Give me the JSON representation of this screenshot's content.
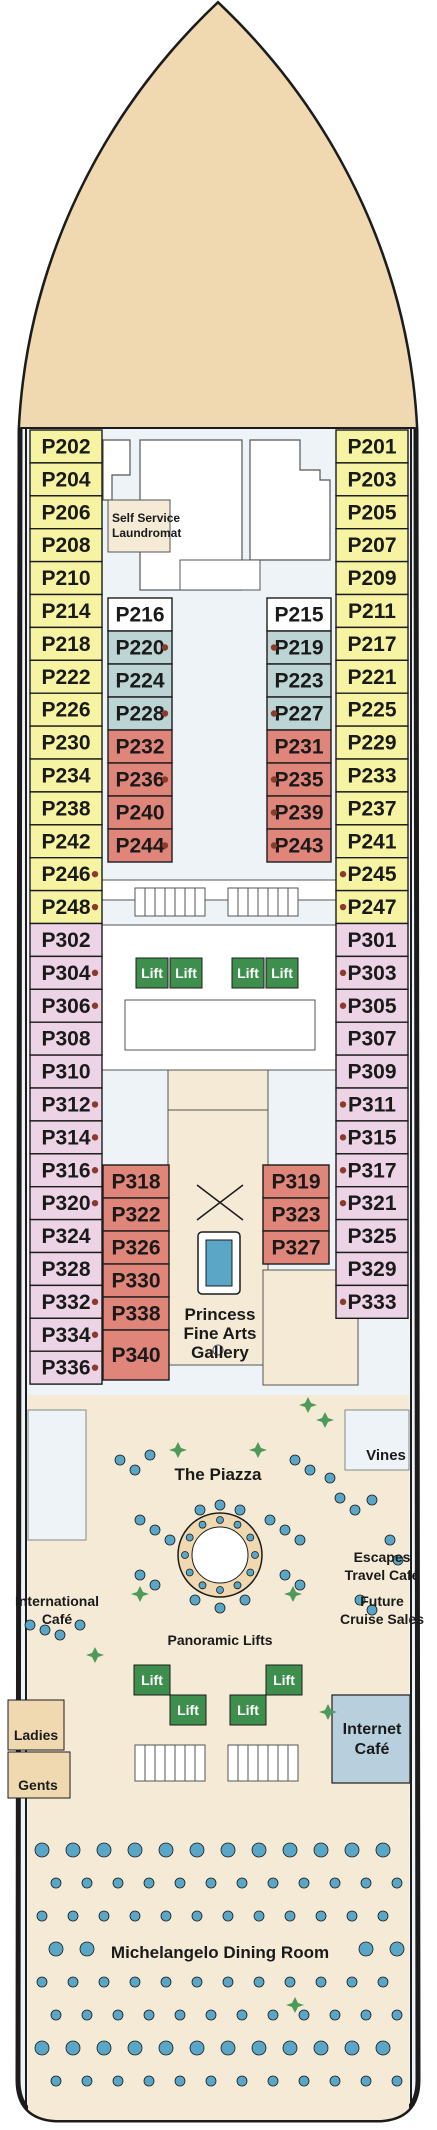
{
  "colors": {
    "bow": "#f0d9b0",
    "hull": "#1c1c1c",
    "corridor": "#eef3f8",
    "yellow": "#f6f3a2",
    "teal": "#bcd4d3",
    "red": "#e0857a",
    "pink": "#ecd3e6",
    "white": "#ffffff",
    "lift": "#3e8f4e",
    "public": "#f4ead6",
    "furniture": "#5aa6c6",
    "plant": "#4e9a5a",
    "dot": "#8a3b2c"
  },
  "cabins": {
    "left_outer": [
      {
        "label": "P202",
        "c": "yellow"
      },
      {
        "label": "P204",
        "c": "yellow"
      },
      {
        "label": "P206",
        "c": "yellow"
      },
      {
        "label": "P208",
        "c": "yellow"
      },
      {
        "label": "P210",
        "c": "yellow"
      },
      {
        "label": "P214",
        "c": "yellow"
      },
      {
        "label": "P218",
        "c": "yellow"
      },
      {
        "label": "P222",
        "c": "yellow"
      },
      {
        "label": "P226",
        "c": "yellow"
      },
      {
        "label": "P230",
        "c": "yellow"
      },
      {
        "label": "P234",
        "c": "yellow"
      },
      {
        "label": "P238",
        "c": "yellow"
      },
      {
        "label": "P242",
        "c": "yellow"
      },
      {
        "label": "P246",
        "c": "yellow",
        "dot": true
      },
      {
        "label": "P248",
        "c": "yellow",
        "dot": true
      },
      {
        "label": "P302",
        "c": "pink"
      },
      {
        "label": "P304",
        "c": "pink",
        "dot": true
      },
      {
        "label": "P306",
        "c": "pink",
        "dot": true
      },
      {
        "label": "P308",
        "c": "pink"
      },
      {
        "label": "P310",
        "c": "pink"
      },
      {
        "label": "P312",
        "c": "pink",
        "dot": true
      },
      {
        "label": "P314",
        "c": "pink",
        "dot": true
      },
      {
        "label": "P316",
        "c": "pink",
        "dot": true
      },
      {
        "label": "P320",
        "c": "pink",
        "dot": true
      },
      {
        "label": "P324",
        "c": "pink"
      },
      {
        "label": "P328",
        "c": "pink"
      },
      {
        "label": "P332",
        "c": "pink",
        "dot": true
      },
      {
        "label": "P334",
        "c": "pink",
        "dot": true
      },
      {
        "label": "P336",
        "c": "pink",
        "dot": true
      }
    ],
    "right_outer": [
      {
        "label": "P201",
        "c": "yellow"
      },
      {
        "label": "P203",
        "c": "yellow"
      },
      {
        "label": "P205",
        "c": "yellow"
      },
      {
        "label": "P207",
        "c": "yellow"
      },
      {
        "label": "P209",
        "c": "yellow"
      },
      {
        "label": "P211",
        "c": "yellow"
      },
      {
        "label": "P217",
        "c": "yellow"
      },
      {
        "label": "P221",
        "c": "yellow"
      },
      {
        "label": "P225",
        "c": "yellow"
      },
      {
        "label": "P229",
        "c": "yellow"
      },
      {
        "label": "P233",
        "c": "yellow"
      },
      {
        "label": "P237",
        "c": "yellow"
      },
      {
        "label": "P241",
        "c": "yellow"
      },
      {
        "label": "P245",
        "c": "yellow",
        "dot": true
      },
      {
        "label": "P247",
        "c": "yellow",
        "dot": true
      },
      {
        "label": "P301",
        "c": "pink"
      },
      {
        "label": "P303",
        "c": "pink",
        "dot": true
      },
      {
        "label": "P305",
        "c": "pink",
        "dot": true
      },
      {
        "label": "P307",
        "c": "pink"
      },
      {
        "label": "P309",
        "c": "pink"
      },
      {
        "label": "P311",
        "c": "pink",
        "dot": true
      },
      {
        "label": "P315",
        "c": "pink",
        "dot": true
      },
      {
        "label": "P317",
        "c": "pink",
        "dot": true
      },
      {
        "label": "P321",
        "c": "pink",
        "dot": true
      },
      {
        "label": "P325",
        "c": "pink"
      },
      {
        "label": "P329",
        "c": "pink"
      },
      {
        "label": "P333",
        "c": "pink",
        "dot": true
      }
    ],
    "left_inner": [
      {
        "label": "P216",
        "c": "white"
      },
      {
        "label": "P220",
        "c": "teal",
        "dot": true
      },
      {
        "label": "P224",
        "c": "teal"
      },
      {
        "label": "P228",
        "c": "teal",
        "dot": true
      },
      {
        "label": "P232",
        "c": "red"
      },
      {
        "label": "P236",
        "c": "red",
        "dot": true
      },
      {
        "label": "P240",
        "c": "red"
      },
      {
        "label": "P244",
        "c": "red",
        "dot": true
      }
    ],
    "right_inner": [
      {
        "label": "P215",
        "c": "white"
      },
      {
        "label": "P219",
        "c": "teal",
        "dot": true
      },
      {
        "label": "P223",
        "c": "teal"
      },
      {
        "label": "P227",
        "c": "teal",
        "dot": true
      },
      {
        "label": "P231",
        "c": "red"
      },
      {
        "label": "P235",
        "c": "red",
        "dot": true
      },
      {
        "label": "P239",
        "c": "red",
        "dot": true
      },
      {
        "label": "P243",
        "c": "red",
        "dot": true
      }
    ],
    "mid_left": [
      {
        "label": "P318",
        "c": "red"
      },
      {
        "label": "P322",
        "c": "red"
      },
      {
        "label": "P326",
        "c": "red"
      },
      {
        "label": "P330",
        "c": "red"
      },
      {
        "label": "P338",
        "c": "red"
      },
      {
        "label": "P340",
        "c": "red"
      }
    ],
    "mid_right": [
      {
        "label": "P319",
        "c": "red"
      },
      {
        "label": "P323",
        "c": "red"
      },
      {
        "label": "P327",
        "c": "red"
      }
    ]
  },
  "lifts": {
    "label": "Lift"
  },
  "venues": {
    "laundromat": [
      "Self Service",
      "Laundromat"
    ],
    "gallery": [
      "Princess",
      "Fine Arts",
      "Gallery"
    ],
    "piazza": "The Piazza",
    "vines": "Vines",
    "escapes": [
      "Escapes",
      "Travel Café"
    ],
    "future": [
      "Future",
      "Cruise Sales"
    ],
    "intl": [
      "International",
      "Café"
    ],
    "panoramic": "Panoramic Lifts",
    "ladies": "Ladies",
    "gents": "Gents",
    "internet": [
      "Internet",
      "Café"
    ],
    "dining": "Michelangelo Dining Room"
  }
}
